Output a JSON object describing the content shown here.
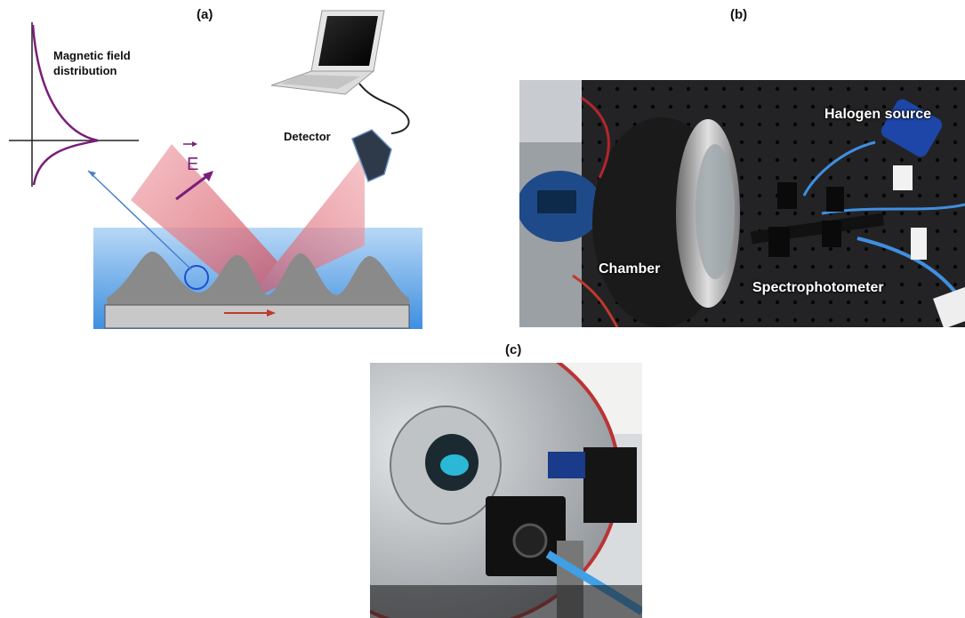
{
  "panels": {
    "a": {
      "label": "(a)",
      "field_label_line1": "Magnetic field",
      "field_label_line2": "distribution",
      "detector_label": "Detector",
      "e_label": "E"
    },
    "b": {
      "label": "(b)",
      "halogen_label": "Halogen source",
      "chamber_label": "Chamber",
      "spectro_label": "Spectrophotometer"
    },
    "c": {
      "label": "(c)"
    }
  },
  "colors": {
    "beam": "#e87a8a",
    "electrolyte": "#5aa7e8",
    "field_curve": "#7a1e7a",
    "ridge": "#8a8a8a",
    "substrate": "#c8c8c8"
  }
}
